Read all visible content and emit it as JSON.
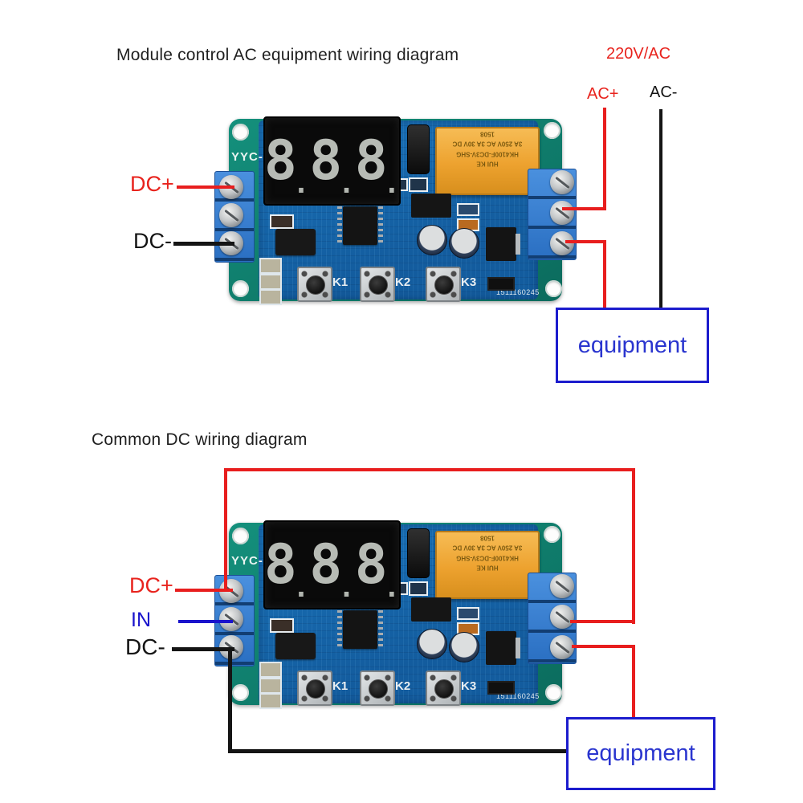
{
  "ac_diagram": {
    "title": "Module control AC equipment wiring diagram",
    "supply_label": "220V/AC",
    "ac_plus_label": "AC+",
    "ac_minus_label": "AC-",
    "dc_plus_label": "DC+",
    "dc_minus_label": "DC-",
    "equipment_label": "equipment"
  },
  "dc_diagram": {
    "title": "Common DC wiring diagram",
    "dc_plus_label": "DC+",
    "in_label": "IN",
    "dc_minus_label": "DC-",
    "equipment_label": "equipment"
  },
  "board": {
    "silkscreen_model": "YYC-",
    "serial_number": "1511160245",
    "display_digits": [
      "8",
      "8",
      "8"
    ],
    "display_dot": ".",
    "button_labels": [
      "K1",
      "K2",
      "K3"
    ],
    "relay_text_lines": [
      "HUI KE",
      "HK4100F-DC3V-SHG",
      "3A 250V AC  3A 30V DC",
      "1508"
    ]
  },
  "colors": {
    "wire_red": "#e81e1e",
    "wire_black": "#151515",
    "wire_blue": "#1a14cc",
    "label_red": "#e8231d",
    "label_blue": "#1a14cc",
    "equipment_border": "#1c1ccd",
    "equipment_text": "#2a35cf",
    "base_board_teal": "#0e7f6e",
    "pcb_blue": "#1566a9",
    "terminal_blue": "#2e7dd2",
    "relay_orange": "#efa636"
  }
}
